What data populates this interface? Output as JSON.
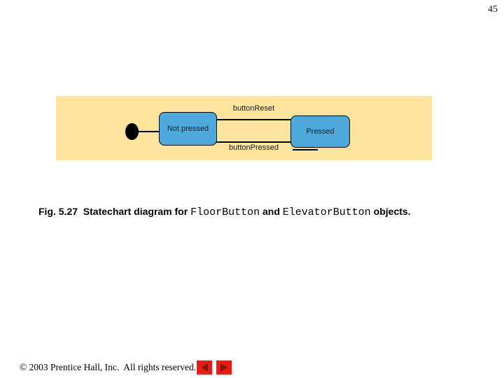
{
  "page_number": "45",
  "slide": {
    "diagram": {
      "initial_state_icon": "filled-black-oval",
      "states": [
        {
          "label": "Not pressed"
        },
        {
          "label": "Pressed"
        }
      ],
      "transitions": [
        {
          "label": "buttonReset"
        },
        {
          "label": "buttonPressed"
        }
      ],
      "colors": {
        "panel_bg": "#FCE49C",
        "state_fill": "#4FA8DC",
        "state_border": "#000000",
        "line": "#000000"
      }
    },
    "caption": {
      "prefix": "Fig. 5.27  Statechart diagram for ",
      "code1": "FloorButton",
      "middle": " and ",
      "code2": "ElevatorButton",
      "suffix": " objects."
    }
  },
  "footer": {
    "copyright": "© 2003 Prentice Hall, Inc.  All rights reserved.",
    "nav": {
      "prev_icon": "left-arrow",
      "next_icon": "right-arrow",
      "button_color": "#EC1B10",
      "arrow_color": "#7A1A12"
    }
  }
}
